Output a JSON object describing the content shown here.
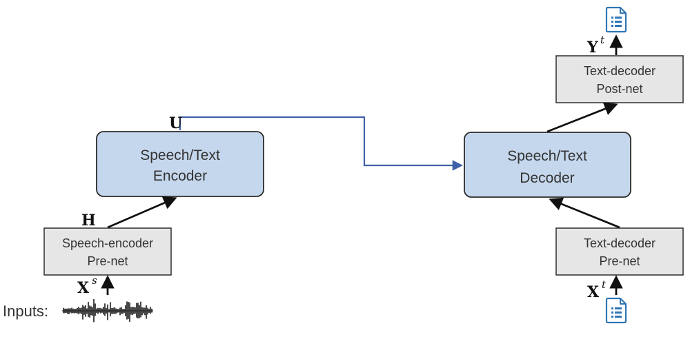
{
  "encoder": {
    "line1": "Speech/Text",
    "line2": "Encoder"
  },
  "decoder": {
    "line1": "Speech/Text",
    "line2": "Decoder"
  },
  "speech_prenet": {
    "line1": "Speech-encoder",
    "line2": "Pre-net"
  },
  "text_postnet": {
    "line1": "Text-decoder",
    "line2": "Post-net"
  },
  "text_prenet": {
    "line1": "Text-decoder",
    "line2": "Pre-net"
  },
  "labels": {
    "u": "U",
    "h": "H",
    "xs_base": "X",
    "xs_sup": "s",
    "xt_base": "X",
    "xt_sup": "t",
    "yt_base": "Y",
    "yt_sup": "t"
  },
  "inputs_label": "Inputs:",
  "icons": {
    "waveform": "audio-waveform-icon",
    "output_doc": "text-document-icon",
    "input_doc": "text-document-icon"
  },
  "colors": {
    "core_box_fill": "#c5d7ec",
    "core_box_stroke": "#2b2b2b",
    "net_box_fill": "#e6e6e6",
    "net_box_stroke": "#2b2b2b",
    "connector_blue": "#3f5fa8",
    "arrow_black": "#111111",
    "doc_blue": "#2e75b6"
  }
}
